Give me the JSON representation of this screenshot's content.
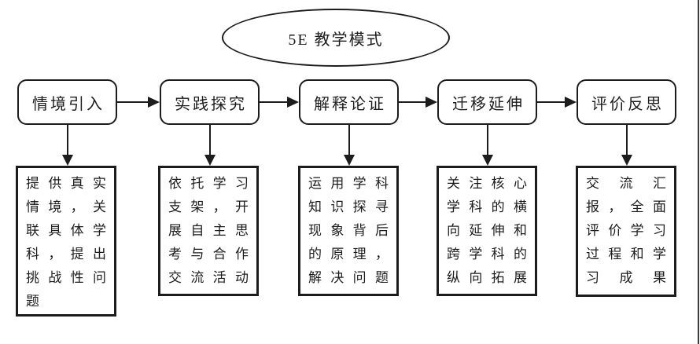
{
  "title": "5E 教学模式",
  "stages": [
    {
      "label": "情境引入",
      "description": "提供真实情境，关联具体学科，提出挑战性问题",
      "lines": [
        "提供真实",
        "情境，关",
        "联具体学",
        "科，提出",
        "挑战性问",
        "题"
      ]
    },
    {
      "label": "实践探究",
      "description": "依托学习支架，开展自主思考与合作交流活动",
      "lines": [
        "依托学习",
        "支架，开",
        "展自主思",
        "考与合作",
        "交流活动"
      ]
    },
    {
      "label": "解释论证",
      "description": "运用学科知识探寻现象背后的原理，解决问题",
      "lines": [
        "运用学科",
        "知识探寻",
        "现象背后",
        "的原理，",
        "解决问题"
      ]
    },
    {
      "label": "迁移延伸",
      "description": "关注核心学科的横向延伸和跨学科的纵向拓展",
      "lines": [
        "关注核心",
        "学科的横",
        "向延伸和",
        "跨学科的",
        "纵向拓展"
      ]
    },
    {
      "label": "评价反思",
      "description": "交流汇报，全面评价学习过程和学习成果",
      "lines": [
        "交流汇",
        "报，全面",
        "评价学习",
        "过程和学",
        "习成果"
      ]
    }
  ],
  "colors": {
    "stroke": "#1c1c1c",
    "background": "#ffffff"
  }
}
